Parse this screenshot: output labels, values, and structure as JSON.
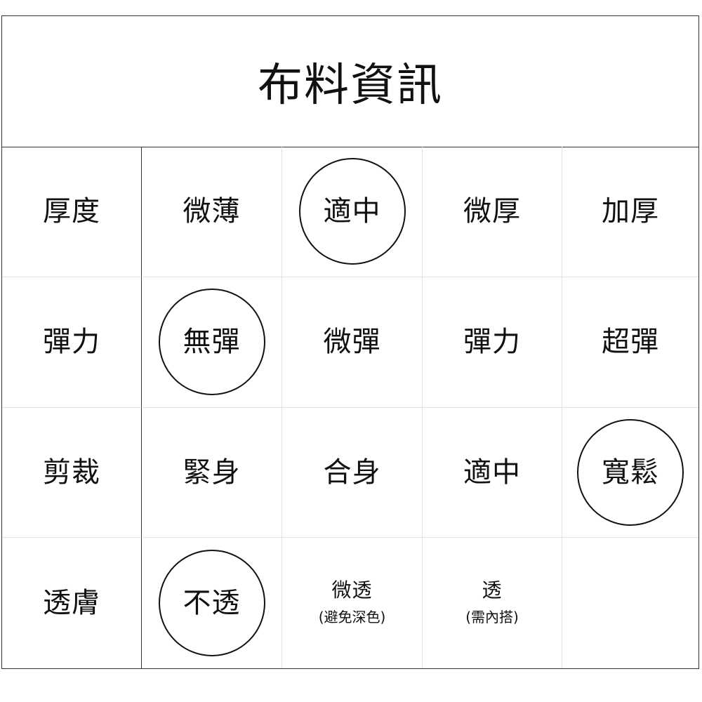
{
  "title": "布料資訊",
  "colors": {
    "border": "#333333",
    "grid_line": "#e2e2e2",
    "circle": "#111111",
    "text": "#111111"
  },
  "rows": [
    {
      "label": "厚度",
      "options": [
        {
          "text": "微薄",
          "note": null,
          "selected": false
        },
        {
          "text": "適中",
          "note": null,
          "selected": true
        },
        {
          "text": "微厚",
          "note": null,
          "selected": false
        },
        {
          "text": "加厚",
          "note": null,
          "selected": false
        }
      ]
    },
    {
      "label": "彈力",
      "options": [
        {
          "text": "無彈",
          "note": null,
          "selected": true
        },
        {
          "text": "微彈",
          "note": null,
          "selected": false
        },
        {
          "text": "彈力",
          "note": null,
          "selected": false
        },
        {
          "text": "超彈",
          "note": null,
          "selected": false
        }
      ]
    },
    {
      "label": "剪裁",
      "options": [
        {
          "text": "緊身",
          "note": null,
          "selected": false
        },
        {
          "text": "合身",
          "note": null,
          "selected": false
        },
        {
          "text": "適中",
          "note": null,
          "selected": false
        },
        {
          "text": "寬鬆",
          "note": null,
          "selected": true
        }
      ]
    },
    {
      "label": "透膚",
      "options": [
        {
          "text": "不透",
          "note": null,
          "selected": true
        },
        {
          "text": "微透",
          "note": "(避免深色)",
          "selected": false
        },
        {
          "text": "透",
          "note": "(需內搭)",
          "selected": false
        },
        {
          "text": "",
          "note": null,
          "selected": false
        }
      ]
    }
  ]
}
